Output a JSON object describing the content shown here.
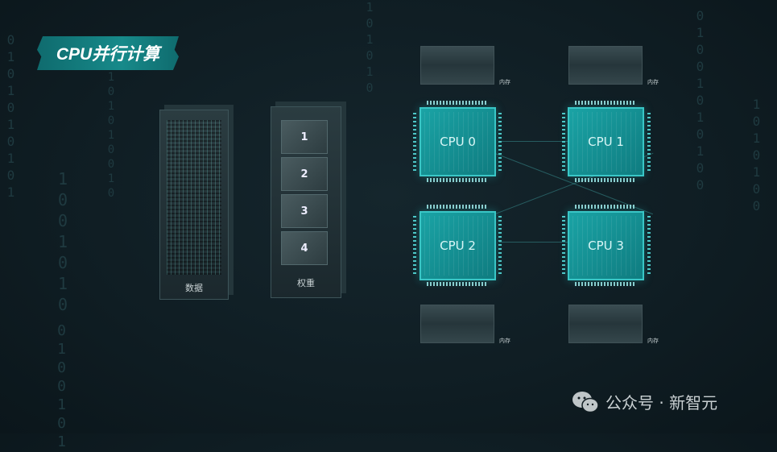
{
  "title": "CPU并行计算",
  "background_binary": [
    "0101010101",
    "1001010",
    "0101010010",
    "101010",
    "01001010100",
    "1010100",
    "0100101"
  ],
  "data_block": {
    "label": "数据"
  },
  "weights_block": {
    "label": "权重",
    "slots": [
      "1",
      "2",
      "3",
      "4"
    ]
  },
  "memory": {
    "label": "内存"
  },
  "cpus": [
    "CPU 0",
    "CPU 1",
    "CPU 2",
    "CPU 3"
  ],
  "watermark": {
    "text": "公众号 · 新智元"
  },
  "colors": {
    "accent": "#1aa3a5",
    "background": "#0f1d23"
  }
}
